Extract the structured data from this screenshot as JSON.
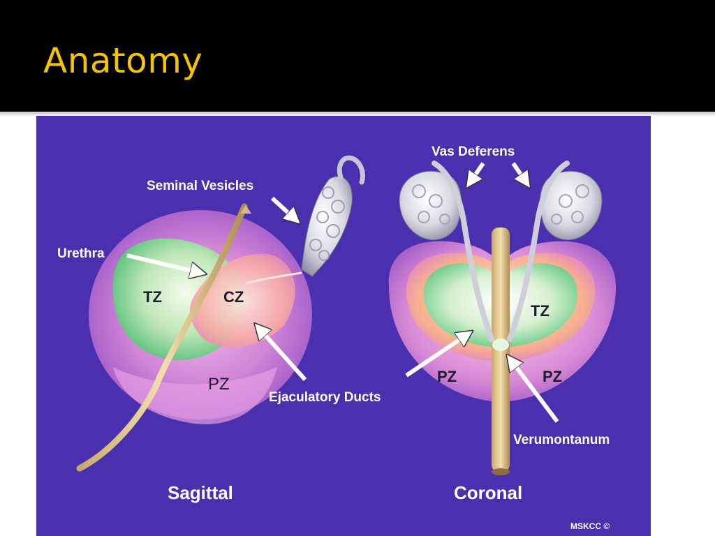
{
  "slide": {
    "title": "Anatomy"
  },
  "figure": {
    "labels": {
      "seminal_vesicles": "Seminal Vesicles",
      "urethra": "Urethra",
      "vas_deferens": "Vas Deferens",
      "ejaculatory_ducts": "Ejaculatory Ducts",
      "verumontanum": "Verumontanum"
    },
    "zones": {
      "sagittal_tz": "TZ",
      "sagittal_cz": "CZ",
      "sagittal_pz": "PZ",
      "coronal_tz": "TZ",
      "coronal_pz_left": "PZ",
      "coronal_pz_right": "PZ"
    },
    "views": {
      "sagittal": "Sagittal",
      "coronal": "Coronal"
    },
    "credit": "MSKCC ©"
  },
  "colors": {
    "background": "#4a2fae",
    "title": "#f5c400",
    "header": "#000000"
  }
}
